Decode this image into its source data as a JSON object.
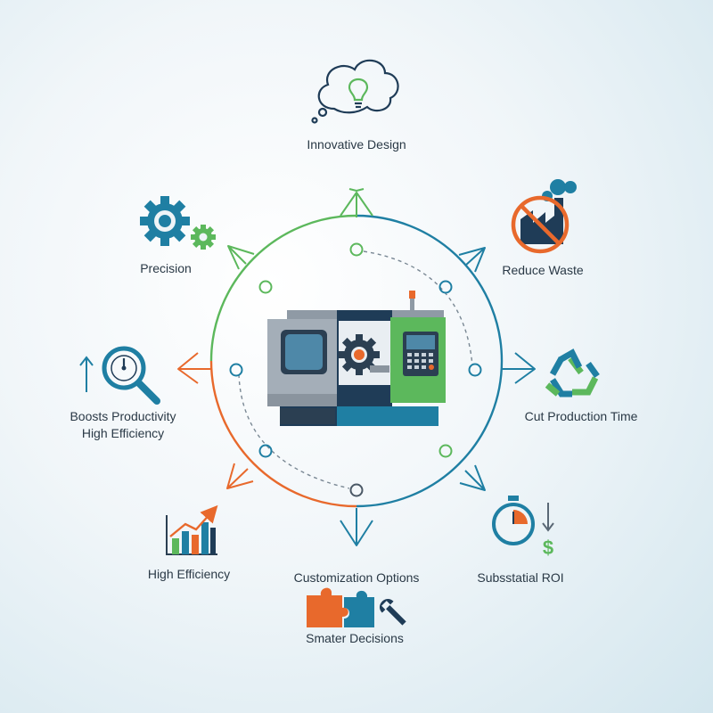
{
  "colors": {
    "green": "#5cb85c",
    "teal": "#1f7fa3",
    "orange": "#e8692c",
    "navy": "#1f3c57",
    "gray": "#4a5865",
    "text": "#2a3946"
  },
  "labels": {
    "innovative_design": "Innovative Design",
    "precision": "Precision",
    "reduce_waste": "Reduce Waste",
    "boosts_productivity": "Boosts Productivity",
    "high_efficiency_sub": "High Efficiency",
    "cut_production_time": "Cut Production Time",
    "high_efficiency": "High Efficiency",
    "customization_options": "Customization Options",
    "substatial_roi": "Subsstatial ROI",
    "smater_decisions": "Smater Decisions"
  },
  "icons": {
    "top": "lightbulb-thought-cloud-icon",
    "precision": "gears-icon",
    "reduce_waste": "no-factory-pollution-icon",
    "productivity": "clock-magnifier-icon",
    "cut_time": "recycle-icon",
    "efficiency": "growth-chart-icon",
    "customization": "puzzle-wrench-icon",
    "roi": "stopwatch-dollar-icon",
    "center": "cnc-machine-icon"
  }
}
